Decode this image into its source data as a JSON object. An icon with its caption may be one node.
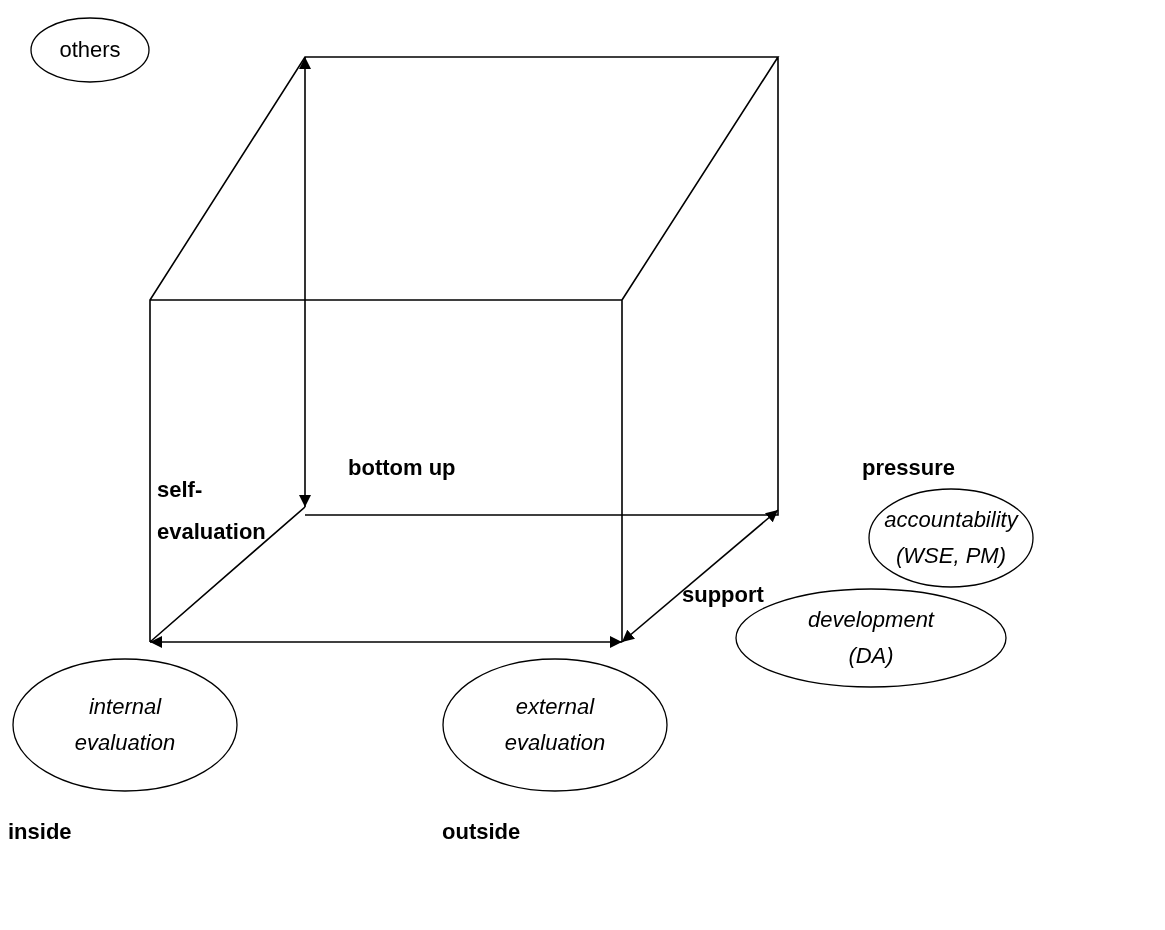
{
  "diagram": {
    "nodes": [
      {
        "text": [
          "others"
        ]
      },
      {
        "text": [
          "accountability (WSE, PM)"
        ]
      },
      {
        "text": [
          "development (DA)"
        ]
      },
      {
        "text": [
          "internal evaluation"
        ]
      },
      {
        "text": [
          "external evaluation"
        ]
      }
    ],
    "labels": [
      "bottom up",
      "pressure",
      "self-evaluation",
      "support",
      "inside",
      "outside"
    ]
  }
}
